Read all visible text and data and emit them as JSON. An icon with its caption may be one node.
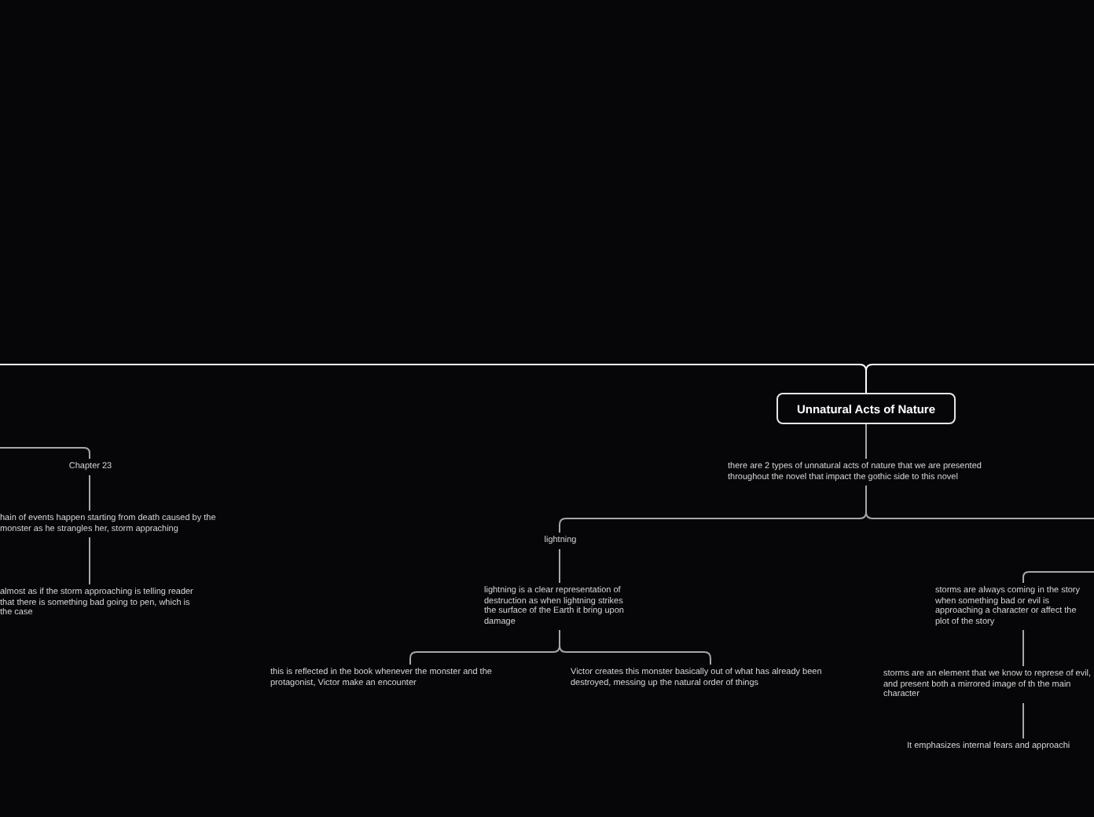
{
  "diagram": {
    "nodes": [
      {
        "text": [
          "Unnatural Acts of Nature"
        ]
      },
      {
        "text": [
          "there are 2 types of unnatural acts of nature that we are presented throughout the novel that impact the gothic side to this novel"
        ]
      },
      {
        "text": [
          "lightning"
        ]
      },
      {
        "text": [
          "lightning is a clear representation of destruction as when lightning strikes the surface of the Earth it bring upon damage"
        ]
      },
      {
        "text": [
          "this is reflected in the book whenever the monster and the protagonist, Victor make an encounter"
        ]
      },
      {
        "text": [
          "Victor creates this monster basically out of what has already been destroyed, messing up the natural order of things"
        ]
      },
      {
        "text": [
          "storms are always coming in the story when something bad or evil is approaching a character or affect the plot of the story"
        ]
      },
      {
        "text": [
          "storms are an element that we know to represe of evil, and present both a mirrored image of th the main character"
        ]
      },
      {
        "text": [
          "It emphasizes internal fears and approachi"
        ]
      },
      {
        "text": [
          "Chapter 23"
        ]
      },
      {
        "text": [
          "hain of events happen starting from death caused by the monster as he strangles her, storm appraching"
        ]
      },
      {
        "text": [
          "almost as if the storm approaching is telling reader that there is something bad going to pen, which is the case"
        ]
      }
    ],
    "edges": [
      {
        "from": 0,
        "to": null,
        "arrow": "none",
        "color": "#ffffff"
      },
      {
        "from": 0,
        "to": null,
        "arrow": "none",
        "color": "#ffffff"
      },
      {
        "from": 0,
        "to": 1,
        "arrow": "none"
      },
      {
        "from": 1,
        "to": 2,
        "arrow": "none"
      },
      {
        "from": 1,
        "to": null,
        "arrow": "none"
      },
      {
        "from": 2,
        "to": 3,
        "arrow": "none"
      },
      {
        "from": 3,
        "to": 4,
        "arrow": "none"
      },
      {
        "from": 3,
        "to": 5,
        "arrow": "none"
      },
      {
        "from": null,
        "to": 6,
        "arrow": "none"
      },
      {
        "from": 6,
        "to": 7,
        "arrow": "none"
      },
      {
        "from": 7,
        "to": 8,
        "arrow": "none"
      },
      {
        "from": null,
        "to": 9,
        "arrow": "none"
      },
      {
        "from": 9,
        "to": 10,
        "arrow": "none"
      },
      {
        "from": 10,
        "to": 11,
        "arrow": "none"
      }
    ]
  }
}
